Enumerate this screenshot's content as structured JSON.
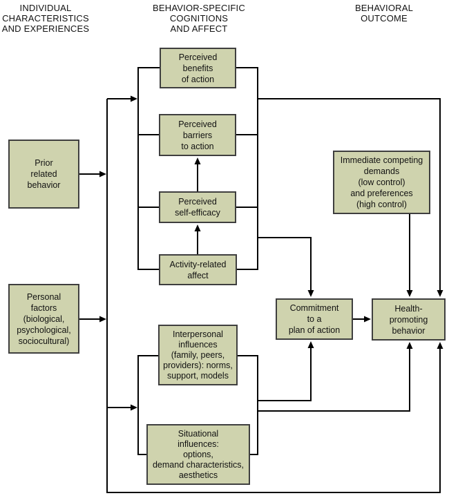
{
  "colors": {
    "background": "#ffffff",
    "box_fill": "#cfd3ae",
    "box_border": "#3e3e3e",
    "line": "#000000",
    "text": "#111111"
  },
  "headers": [
    {
      "id": "individual",
      "label": "INDIVIDUAL\nCHARACTERISTICS\nAND EXPERIENCES"
    },
    {
      "id": "behavior-specific",
      "label": "BEHAVIOR-SPECIFIC\nCOGNITIONS\nAND AFFECT"
    },
    {
      "id": "behavioral-outcome",
      "label": "BEHAVIORAL\nOUTCOME"
    }
  ],
  "boxes": [
    {
      "id": "prior-related-behavior",
      "label": "Prior\nrelated\nbehavior"
    },
    {
      "id": "personal-factors",
      "label": "Personal\nfactors\n(biological,\npsychological,\nsociocultural)"
    },
    {
      "id": "perceived-benefits-of-action",
      "label": "Perceived\nbenefits\nof action"
    },
    {
      "id": "perceived-barriers-to-action",
      "label": "Perceived\nbarriers\nto action"
    },
    {
      "id": "perceived-self-efficacy",
      "label": "Perceived\nself-efficacy"
    },
    {
      "id": "activity-related-affect",
      "label": "Activity-related\naffect"
    },
    {
      "id": "interpersonal-influences",
      "label": "Interpersonal\ninfluences\n(family, peers,\nproviders): norms,\nsupport, models"
    },
    {
      "id": "situational-influences",
      "label": "Situational\ninfluences:\noptions,\ndemand characteristics,\naesthetics"
    },
    {
      "id": "immediate-competing-demands",
      "label": "Immediate competing\ndemands\n(low control)\nand preferences\n(high control)"
    },
    {
      "id": "commitment-to-plan",
      "label": "Commitment\nto a\nplan of action"
    },
    {
      "id": "health-promoting-behavior",
      "label": "Health-\npromoting\nbehavior"
    }
  ]
}
